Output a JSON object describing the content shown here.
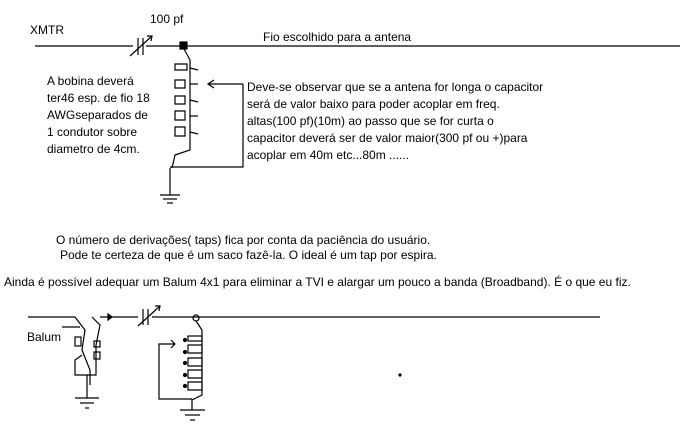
{
  "top_circuit": {
    "xmtr_label": "XMTR",
    "capacitor_label": "100 pf",
    "antenna_label": "Fio escolhido para a antena",
    "coil_note": [
      "A bobina deverá",
      "ter46 esp. de fio 18",
      "AWGseparados de",
      "1 condutor sobre",
      "diametro de 4cm."
    ],
    "tap_note": [
      "Deve-se observar que se a antena for longa o capacitor",
      "será de valor baixo para poder acoplar em freq.",
      "altas(100 pf)(10m)  ao passo que se for curta o",
      "capacitor deverá ser de valor maior(300 pf ou +)para",
      "acoplar em 40m etc...80m ......"
    ]
  },
  "notes": {
    "taps": "O número de derivações( taps) fica por conta da paciência do usuário.",
    "patience": "Pode te certeza de que é um saco fazê-la. O ideal é um tap por espira.",
    "balun": "Ainda é possível adequar um Balum 4x1 para eliminar a TVI e alargar um pouco a banda (Broadband). É o que eu fiz."
  },
  "bottom_circuit": {
    "balum_label": "Balum"
  }
}
